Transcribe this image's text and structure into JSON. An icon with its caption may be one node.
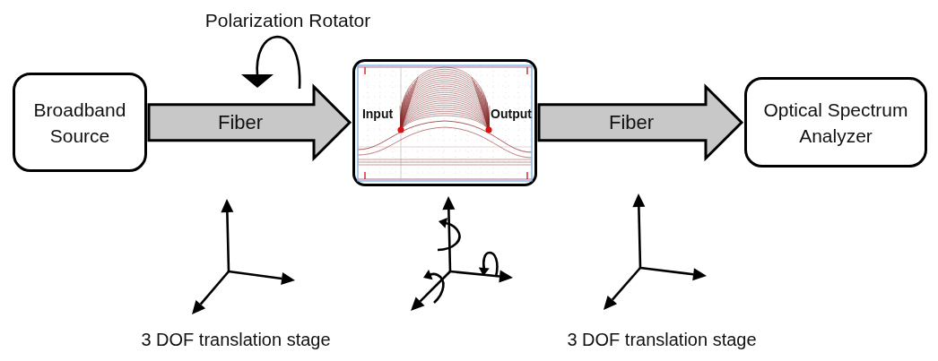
{
  "diagram": {
    "nodes": [
      {
        "text": [
          "Broadband Source"
        ]
      },
      {
        "text": [
          "Input",
          "Output"
        ]
      },
      {
        "text": [
          "Optical Spectrum Analyzer"
        ]
      }
    ],
    "edges": [
      {
        "from": 0,
        "to": 1,
        "arrow": "to",
        "label": "Fiber",
        "style": "thick"
      },
      {
        "from": 1,
        "to": 2,
        "arrow": "to",
        "label": "Fiber",
        "style": "thick"
      }
    ],
    "labels": [
      "Polarization Rotator",
      "3 DOF translation stage",
      "3 DOF translation stage"
    ]
  }
}
